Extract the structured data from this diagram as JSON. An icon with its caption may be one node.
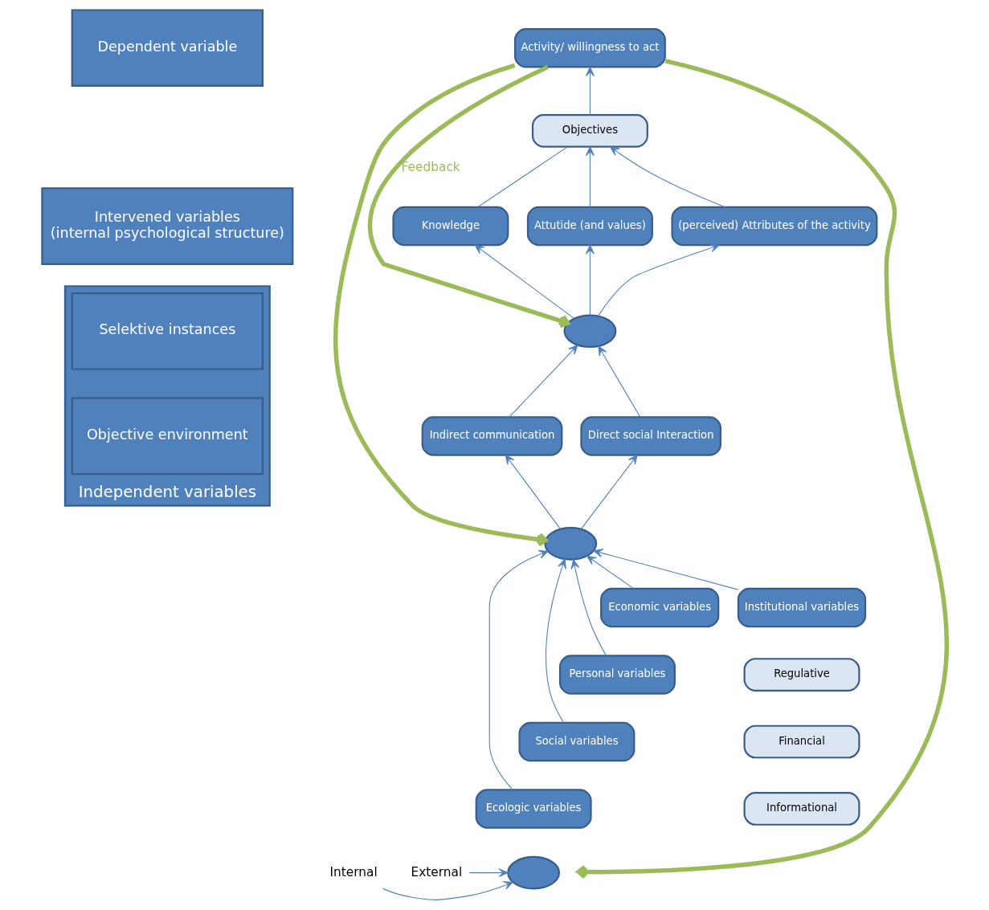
{
  "diagram": {
    "nodes": [
      {
        "text": [
          "Dependent variable"
        ]
      },
      {
        "text": [
          "Intervened variables",
          "(internal psychological structure)"
        ]
      },
      {
        "text": [
          "Independent variables"
        ]
      },
      {
        "text": [
          "Selektive instances"
        ],
        "in": 2
      },
      {
        "text": [
          "Objective environment"
        ],
        "in": 2
      },
      {
        "text": [
          "Activity/ willingness to act"
        ]
      },
      {
        "text": [
          "Objectives"
        ]
      },
      {
        "text": [
          "Knowledge"
        ]
      },
      {
        "text": [
          "Attutide (and values)"
        ]
      },
      {
        "text": [
          "(perceived) Attributes of the activity"
        ]
      },
      {
        "text": [],
        "shape": "circle"
      },
      {
        "text": [
          "Indirect communication"
        ]
      },
      {
        "text": [
          "Direct social Interaction"
        ]
      },
      {
        "text": [],
        "shape": "circle"
      },
      {
        "text": [
          "Economic variables"
        ]
      },
      {
        "text": [
          "Personal variables"
        ]
      },
      {
        "text": [
          "Social variables"
        ]
      },
      {
        "text": [
          "Ecologic variables"
        ]
      },
      {
        "text": [
          "Institutional variables"
        ]
      },
      {
        "text": [
          "Regulative"
        ]
      },
      {
        "text": [
          "Financial"
        ]
      },
      {
        "text": [
          "Informational"
        ]
      },
      {
        "text": [],
        "shape": "circle"
      },
      {
        "text": [
          "Internal"
        ]
      },
      {
        "text": [
          "External"
        ]
      }
    ],
    "edges": [
      {
        "from": 6,
        "to": 5,
        "arrow": "to"
      },
      {
        "from": 7,
        "to": 6,
        "arrow": "none"
      },
      {
        "from": 8,
        "to": 6,
        "arrow": "to"
      },
      {
        "from": 9,
        "to": 6,
        "arrow": "to"
      },
      {
        "from": 10,
        "to": 7,
        "arrow": "to"
      },
      {
        "from": 10,
        "to": 8,
        "arrow": "to"
      },
      {
        "from": 10,
        "to": 9,
        "arrow": "to"
      },
      {
        "from": 11,
        "to": 10,
        "arrow": "to"
      },
      {
        "from": 12,
        "to": 10,
        "arrow": "to"
      },
      {
        "from": 13,
        "to": 11,
        "arrow": "to"
      },
      {
        "from": 13,
        "to": 12,
        "arrow": "to"
      },
      {
        "from": 14,
        "to": 13,
        "arrow": "to"
      },
      {
        "from": 15,
        "to": 13,
        "arrow": "to"
      },
      {
        "from": 16,
        "to": 13,
        "arrow": "to"
      },
      {
        "from": 17,
        "to": 13,
        "arrow": "to"
      },
      {
        "from": 18,
        "to": 13,
        "arrow": "to"
      },
      {
        "from": 23,
        "to": 22,
        "arrow": "to"
      },
      {
        "from": 24,
        "to": 22,
        "arrow": "to"
      },
      {
        "from": 5,
        "to": 10,
        "arrow": "to",
        "label": "Feedback",
        "style": "thick",
        "color": "#9bbb59"
      },
      {
        "from": 5,
        "to": 13,
        "arrow": "to",
        "style": "thick",
        "color": "#9bbb59"
      },
      {
        "from": 5,
        "to": null,
        "arrow": "to",
        "style": "thick",
        "color": "#9bbb59"
      }
    ]
  }
}
